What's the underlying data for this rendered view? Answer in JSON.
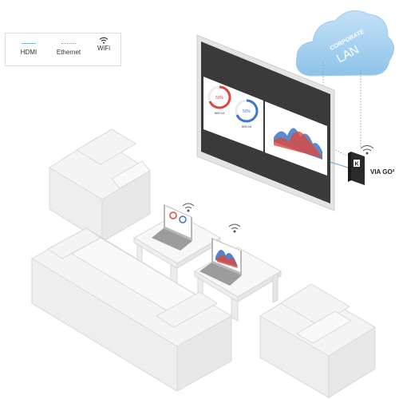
{
  "legend": {
    "items": [
      {
        "label": "HDMI",
        "style": "solid",
        "color": "#7fb3e0"
      },
      {
        "label": "Ethernet",
        "style": "dotted",
        "color": "#9a9a9a"
      },
      {
        "label": "WiFi",
        "style": "wifi-icon",
        "color": "#333333"
      }
    ]
  },
  "cloud": {
    "line1": "CORPORATE",
    "line2": "LAN",
    "color": "#a9d1f0"
  },
  "device": {
    "label": "VIA GO²",
    "logo": "kramer-k-logo-icon"
  },
  "display": {
    "left_panel": {
      "gauge1_value": "50%",
      "gauge1_caption": "505.04",
      "gauge2_value": "50%",
      "gauge2_caption": "505.04"
    },
    "accent_red": "#e0473c",
    "accent_blue": "#3b78c5"
  },
  "colors": {
    "hdmi": "#7fb3e0",
    "ethernet": "#9a9a9a",
    "furniture": "#f3f3f3",
    "outline": "#d8d8d8"
  }
}
